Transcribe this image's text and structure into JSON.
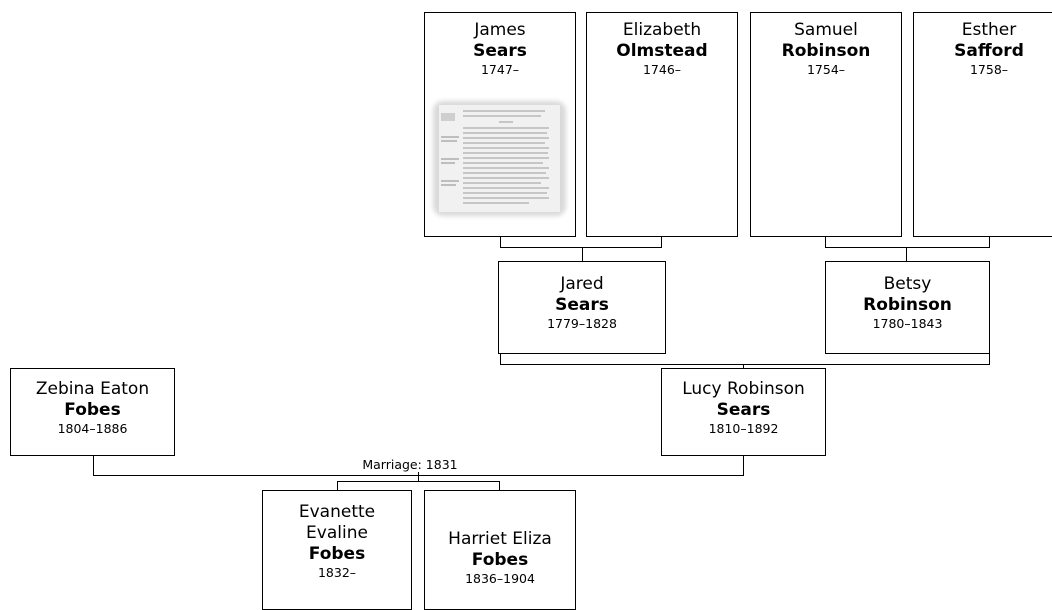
{
  "people": {
    "james": {
      "given": "James",
      "surname": "Sears",
      "years": "1747–"
    },
    "elizabeth": {
      "given": "Elizabeth",
      "surname": "Olmstead",
      "years": "1746–"
    },
    "samuel": {
      "given": "Samuel",
      "surname": "Robinson",
      "years": "1754–"
    },
    "esther": {
      "given": "Esther",
      "surname": "Safford",
      "years": "1758–"
    },
    "jared": {
      "given": "Jared",
      "surname": "Sears",
      "years": "1779–1828"
    },
    "betsy": {
      "given": "Betsy",
      "surname": "Robinson",
      "years": "1780–1843"
    },
    "zebina": {
      "given": "Zebina Eaton",
      "surname": "Fobes",
      "years": "1804–1886"
    },
    "lucy": {
      "given": "Lucy Robinson",
      "surname": "Sears",
      "years": "1810–1892"
    },
    "evanette": {
      "given": "Evanette",
      "given2": "Evaline",
      "surname": "Fobes",
      "years": "1832–"
    },
    "harriet": {
      "given": "Harriet Eliza",
      "surname": "Fobes",
      "years": "1836–1904"
    }
  },
  "marriage": {
    "label": "Marriage: 1831"
  },
  "media": {
    "james_record_icon": "document-scan-thumbnail"
  }
}
